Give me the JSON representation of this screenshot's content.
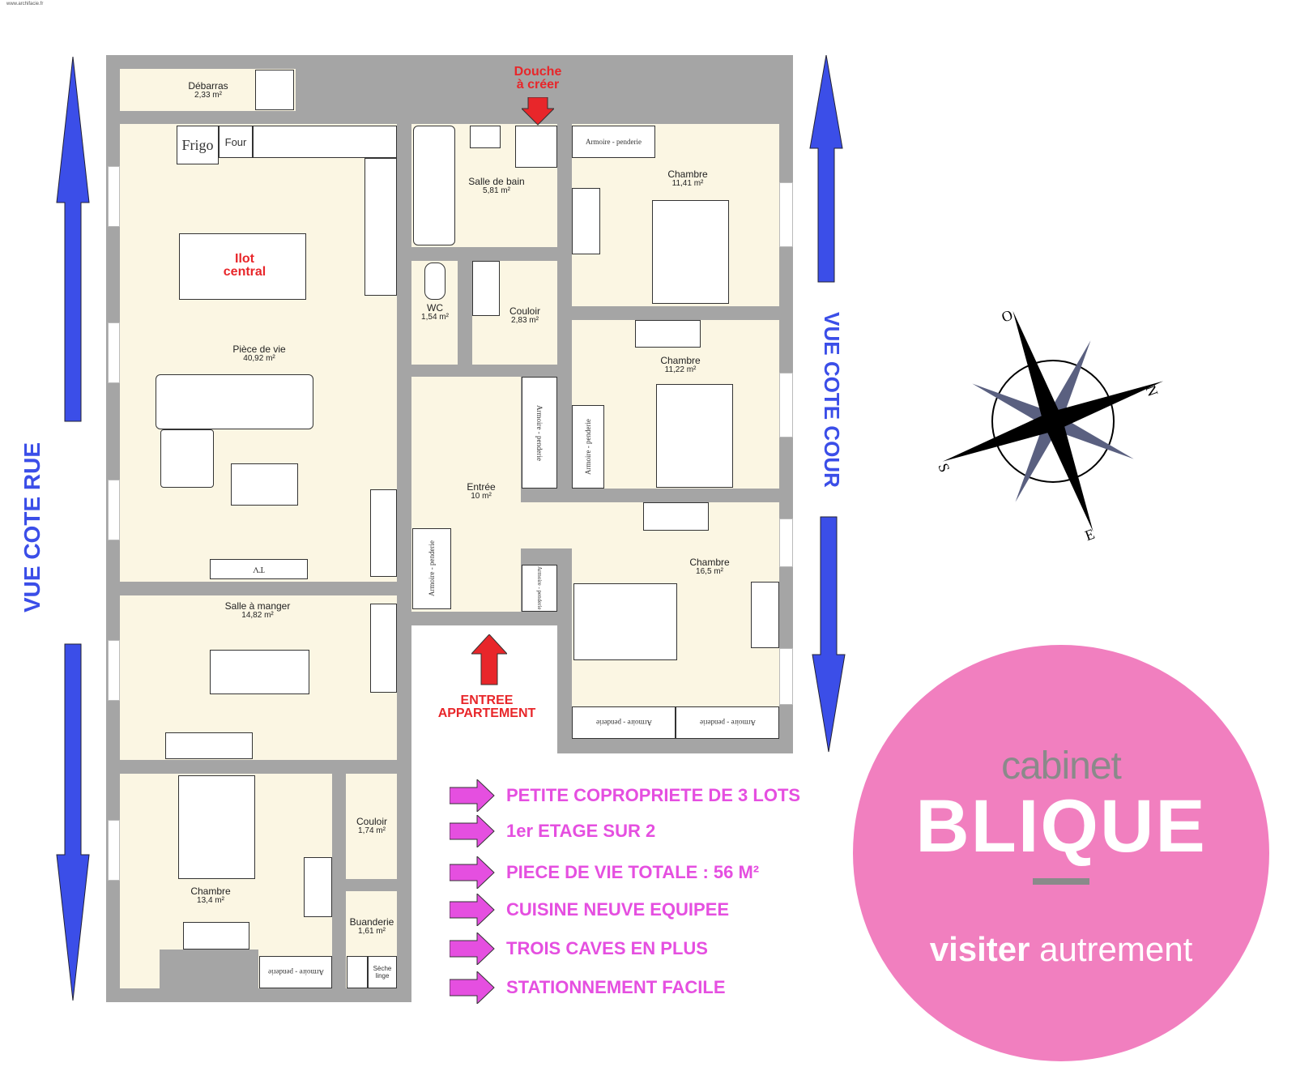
{
  "watermark": "www.archifacie.fr",
  "side_labels": {
    "left": "VUE COTE RUE",
    "right": "VUE COTE COUR"
  },
  "annotations": {
    "shower": "Douche\nà créer",
    "island": "Ilot\ncentral",
    "entrance": "ENTREE\nAPPARTEMENT"
  },
  "rooms": [
    {
      "name": "Débarras",
      "area": "2,33 m²"
    },
    {
      "name": "Pièce de vie",
      "area": "40,92 m²"
    },
    {
      "name": "Salle de bain",
      "area": "5,81 m²"
    },
    {
      "name": "WC",
      "area": "1,54 m²"
    },
    {
      "name": "Couloir",
      "area": "2,83 m²"
    },
    {
      "name": "Chambre",
      "area": "11,41 m²"
    },
    {
      "name": "Chambre",
      "area": "11,22 m²"
    },
    {
      "name": "Entrée",
      "area": "10 m²"
    },
    {
      "name": "Chambre",
      "area": "16,5 m²"
    },
    {
      "name": "Salle à manger",
      "area": "14,82 m²"
    },
    {
      "name": "Chambre",
      "area": "13,4 m²"
    },
    {
      "name": "Couloir",
      "area": "1,74 m²"
    },
    {
      "name": "Buanderie",
      "area": "1,61 m²"
    }
  ],
  "furniture": {
    "fridge": "Frigo",
    "oven": "Four",
    "tv": "TV",
    "dryer": "Sèche linge",
    "wardrobe": "Armoire - penderie",
    "wardrobe_short": "Armoire - penderie"
  },
  "features": [
    "PETITE COPROPRIETE DE 3 LOTS",
    "1er ETAGE SUR 2",
    "PIECE DE VIE TOTALE : 56 M²",
    "CUISINE NEUVE EQUIPEE",
    "TROIS CAVES EN PLUS",
    "STATIONNEMENT FACILE"
  ],
  "compass": {
    "n": "N",
    "s": "S",
    "e": "E",
    "o": "O"
  },
  "logo": {
    "top": "cabinet",
    "brand": "BLIQUE",
    "tagline_bold": "visiter",
    "tagline": "autrement"
  },
  "colors": {
    "arrow_blue": "#3b4ee8",
    "feature_pink": "#e54fe0",
    "logo_pink": "#f17fbf",
    "wall": "#a5a5a5",
    "floor": "#fbf6e3"
  }
}
